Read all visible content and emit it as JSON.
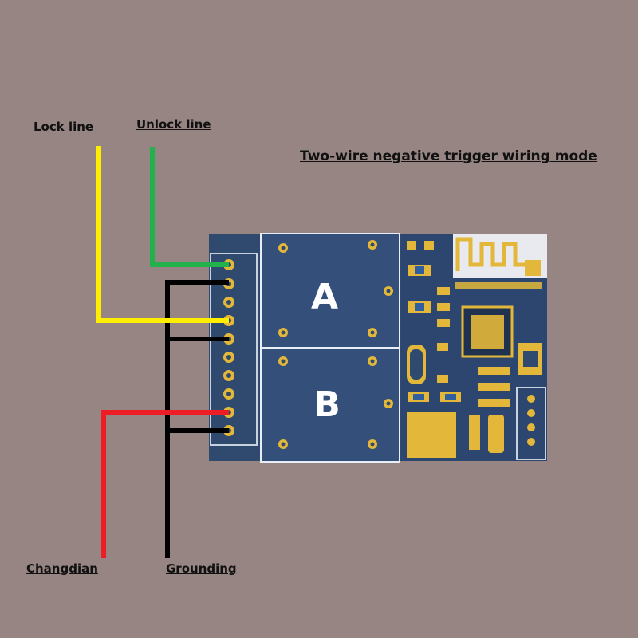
{
  "title": "Two-wire negative trigger wiring mode",
  "labels": {
    "lock_line": "Lock line",
    "unlock_line": "Unlock line",
    "changdian": "Changdian",
    "grounding": "Grounding"
  },
  "relays": {
    "a": "A",
    "b": "B"
  },
  "colors": {
    "background": "#968583",
    "pcb": "#2f4a6e",
    "lock_wire": "#ffee00",
    "unlock_wire": "#22b24c",
    "power_wire": "#ee1c24",
    "ground_wire": "#000000",
    "pad": "#e3b83a"
  }
}
